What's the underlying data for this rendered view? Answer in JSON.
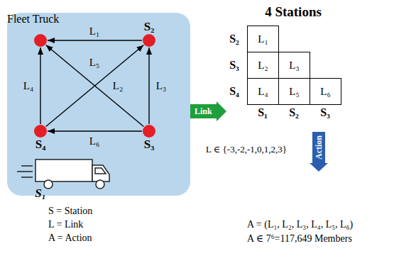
{
  "diagram": {
    "title": "4 Stations",
    "nodes": [
      {
        "text": [
          "Fleet Truck"
        ]
      },
      {
        "text": [
          "S₁"
        ],
        "in": 0
      },
      {
        "text": [
          "S₂"
        ],
        "in": 0
      },
      {
        "text": [
          "S₄"
        ],
        "in": 0
      },
      {
        "text": [
          "S₃"
        ],
        "in": 0
      },
      {
        "text": [
          "Link"
        ]
      },
      {
        "text": [
          "Action"
        ]
      }
    ],
    "edges": [
      {
        "from": 2,
        "to": 1,
        "arrow": "to",
        "label": "L₁"
      },
      {
        "from": 4,
        "to": 1,
        "arrow": "to",
        "label": "L₂"
      },
      {
        "from": 4,
        "to": 2,
        "arrow": "to",
        "label": "L₃"
      },
      {
        "from": 3,
        "to": 1,
        "arrow": "to",
        "label": "L₄"
      },
      {
        "from": 3,
        "to": 2,
        "arrow": "to",
        "label": "L₅"
      },
      {
        "from": 4,
        "to": 3,
        "arrow": "to",
        "label": "L₆"
      }
    ],
    "labels": [
      "S₂",
      "S₃",
      "S₄",
      "L₁",
      "L₂",
      "L₃",
      "L₄",
      "L₅",
      "L₆",
      "S₁",
      "S₂",
      "S₃",
      "L ∈ {-3,-2,-1,0,1,2,3}",
      "S = Station",
      "L = Link",
      "A = Action",
      "A = (L₁, L₂, L₃, L₄, L₅, L₆)",
      "A ∈ 7⁶=117,649 Members"
    ]
  }
}
